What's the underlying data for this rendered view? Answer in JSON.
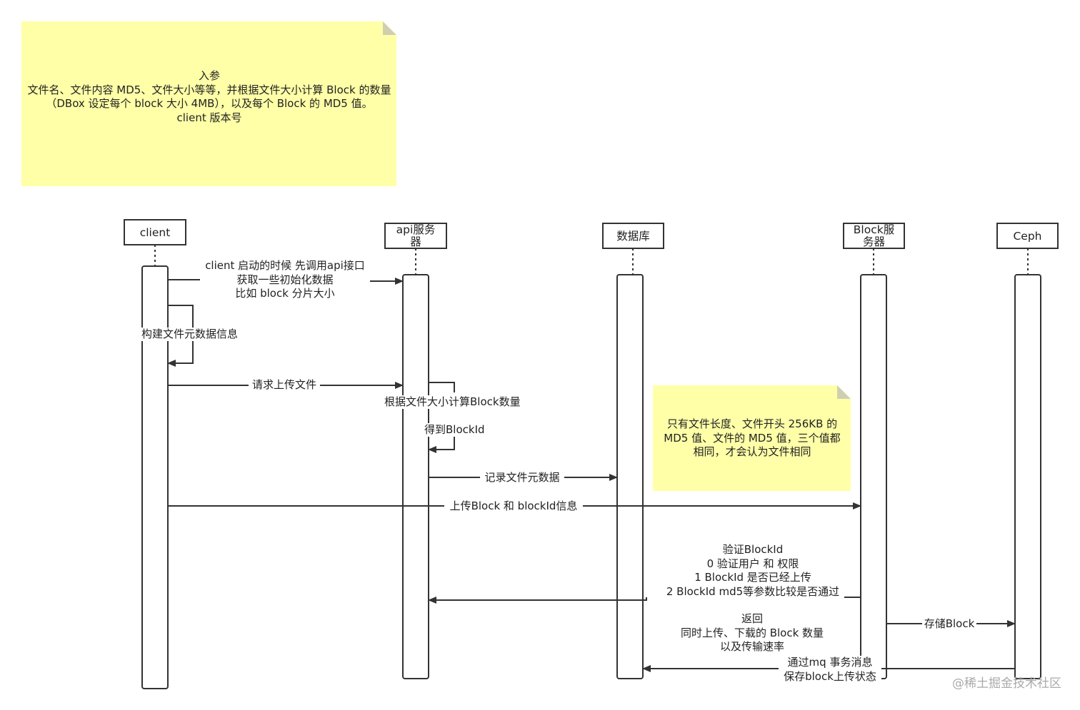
{
  "notes": {
    "params": "入参\n文件名、文件内容 MD5、文件大小等等，并根据文件大小计算 Block 的数量（DBox 设定每个 block 大小 4MB），以及每个 Block 的 MD5 值。\nclient 版本号",
    "same_file": "只有文件长度、文件开头 256KB 的 MD5 值、文件的 MD5 值，三个值都相同，才会认为文件相同"
  },
  "participants": {
    "client": "client",
    "api": "api服务\n器",
    "db": "数据库",
    "block": "Block服\n务器",
    "ceph": "Ceph"
  },
  "messages": {
    "init": "client 启动的时候 先调用api接口\n获取一些初始化数据\n比如 block 分片大小",
    "build_meta": "构建文件元数据信息",
    "upload_request": "请求上传文件",
    "calc_blocks": "根据文件大小计算Block数量",
    "get_blockid": "得到BlockId",
    "record_meta": "记录文件元数据",
    "upload_block": "上传Block 和 blockId信息",
    "verify": "验证BlockId\n0 验证用户 和 权限\n1 BlockId 是否已经上传\n2 BlockId md5等参数比较是否通过",
    "return": "返回\n同时上传、下载的 Block 数量\n以及传输速率",
    "store_block": "存储Block",
    "mq_save": "通过mq 事务消息\n保存block上传状态"
  },
  "watermark": "@稀土掘金技术社区",
  "colors": {
    "note_fill": "#ffffa8",
    "line": "#333333",
    "background": "#ffffff"
  }
}
